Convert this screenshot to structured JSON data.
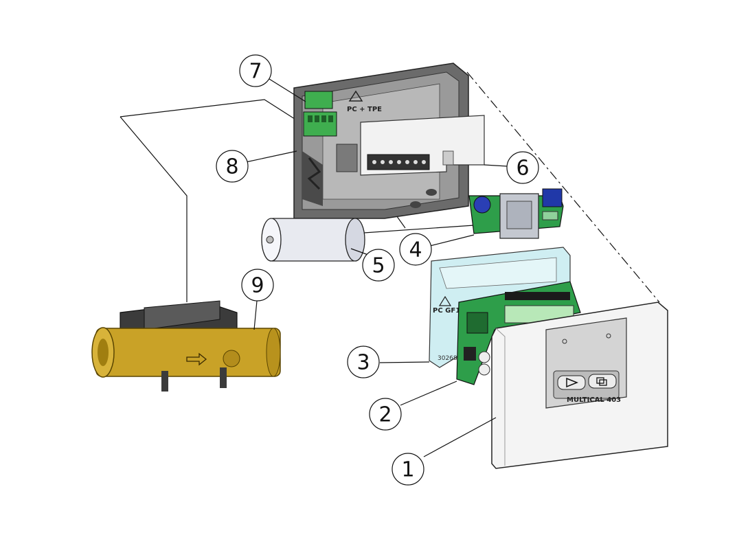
{
  "callouts": [
    {
      "id": "1",
      "label": "1"
    },
    {
      "id": "2",
      "label": "2"
    },
    {
      "id": "3",
      "label": "3"
    },
    {
      "id": "4",
      "label": "4"
    },
    {
      "id": "5",
      "label": "5"
    },
    {
      "id": "6",
      "label": "6"
    },
    {
      "id": "7",
      "label": "7"
    },
    {
      "id": "8",
      "label": "8"
    },
    {
      "id": "9",
      "label": "9"
    }
  ],
  "part_text": {
    "base_material": "PC + TPE",
    "pcb_holder_material": "PC GF10",
    "pcb_holder_code": "30268",
    "front_label": "MULTICAL 403"
  },
  "colors": {
    "brass": "#c9a227",
    "pcb_green": "#2e9e4a",
    "housing_gray": "#5a5a5a",
    "holder_cyan": "#cfeef2",
    "cover_white": "#f4f4f4"
  }
}
